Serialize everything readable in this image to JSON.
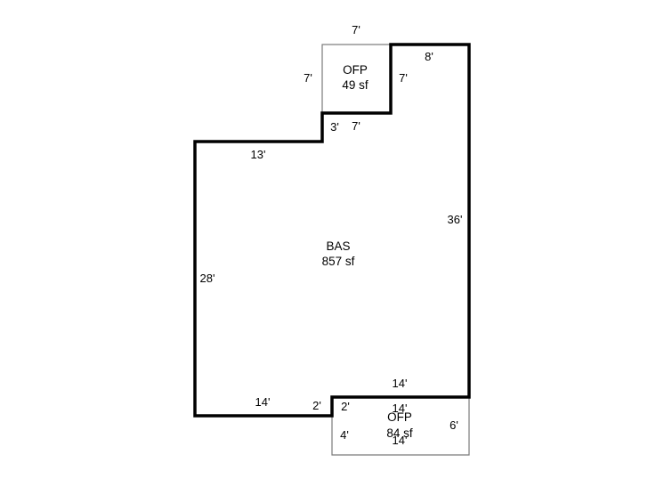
{
  "areas": {
    "ofp_top": {
      "code": "OFP",
      "size": "49 sf"
    },
    "bas": {
      "code": "BAS",
      "size": "857 sf"
    },
    "ofp_bottom": {
      "code": "OFP",
      "size": "84 sf"
    }
  },
  "dimensions": {
    "ofp_top_width": "7'",
    "ofp_top_left_height": "7'",
    "ofp_top_right_height": "7'",
    "top_right_width": "8'",
    "notch_height": "3'",
    "notch_width": "7'",
    "left_top_width": "13'",
    "right_height": "36'",
    "left_height": "28'",
    "bottom_left_width": "14'",
    "bottom_notch_width": "2'",
    "bottom_right_width": "14'",
    "ofp_bottom_notch_width": "2'",
    "ofp_bottom_top_width": "14'",
    "ofp_bottom_left_height": "4'",
    "ofp_bottom_right_height": "6'",
    "ofp_bottom_bottom_width": "14'"
  }
}
